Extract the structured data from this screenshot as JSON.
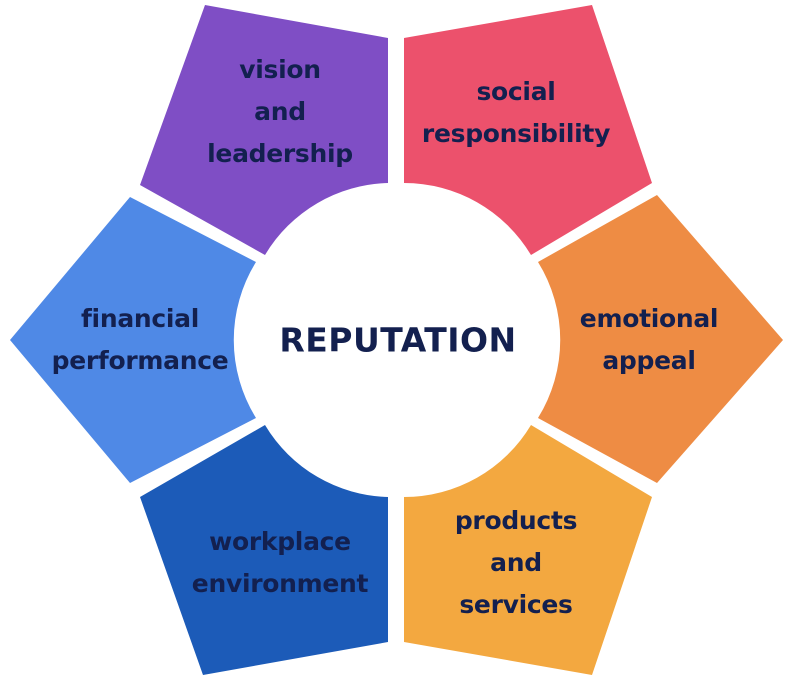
{
  "diagram": {
    "title": "REPUTATION",
    "center": {
      "label": "REPUTATION",
      "fill": "#FFFFFF",
      "text_color": "#13204F"
    },
    "segments": [
      {
        "id": "vision",
        "lines": [
          "vision",
          "and",
          "leadership"
        ],
        "label": "vision and leadership",
        "color": "#7F4EC5",
        "position": "top-left"
      },
      {
        "id": "social",
        "lines": [
          "social",
          "responsibility"
        ],
        "label": "social responsibility",
        "color": "#EC516C",
        "position": "top-right"
      },
      {
        "id": "emotional",
        "lines": [
          "emotional",
          "appeal"
        ],
        "label": "emotional appeal",
        "color": "#EE8C44",
        "position": "right"
      },
      {
        "id": "products",
        "lines": [
          "products",
          "and",
          "services"
        ],
        "label": "products and services",
        "color": "#F3A840",
        "position": "bottom-right"
      },
      {
        "id": "workplace",
        "lines": [
          "workplace",
          "environment"
        ],
        "label": "workplace environment",
        "color": "#1C5BB8",
        "position": "bottom-left"
      },
      {
        "id": "financial",
        "lines": [
          "financial",
          "performance"
        ],
        "label": "financial performance",
        "color": "#4F89E6",
        "position": "left"
      }
    ]
  }
}
